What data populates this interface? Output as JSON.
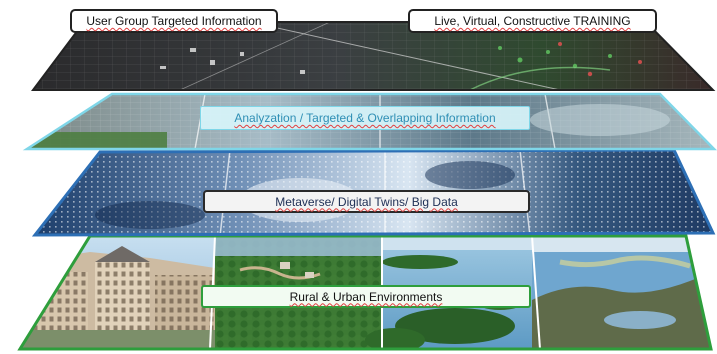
{
  "layers": {
    "top": {
      "left_label": "User Group Targeted Information",
      "right_label": "Live, Virtual, Constructive TRAINING",
      "border_color": "#222222",
      "theme": "dark tactical map overlay"
    },
    "analysis": {
      "label": "Analyzation / Targeted & Overlapping Information",
      "border_color": "#7fd6e8",
      "label_color": "#2f8fb5"
    },
    "digital": {
      "label": "Metaverse/ Digital Twins/ Big Data",
      "border_color": "#2d6fb5",
      "label_color": "#1e2f55"
    },
    "environment": {
      "label": "Rural & Urban Environments",
      "border_color": "#2e9e3c",
      "photo_tiles": [
        "city-buildings",
        "forest-aerial",
        "lake-islands",
        "coastline-aerial"
      ]
    }
  }
}
